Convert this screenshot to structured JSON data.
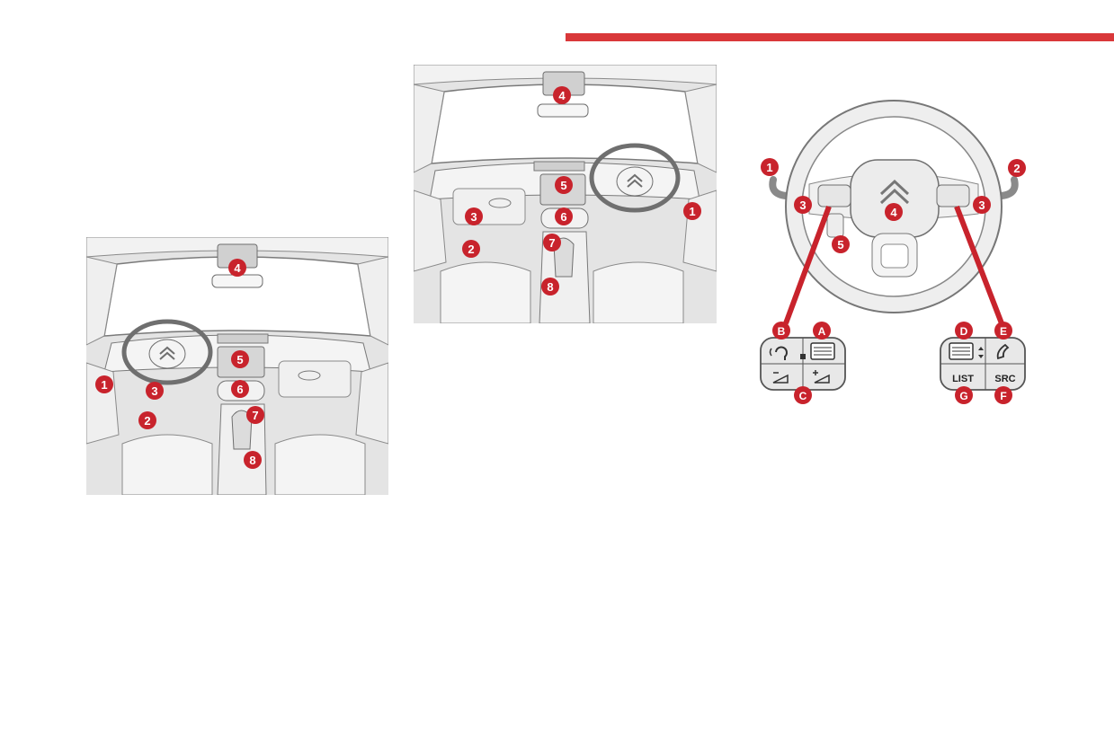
{
  "colors": {
    "accent": "#d9383a",
    "marker_fill": "#c8232c",
    "marker_text": "#ffffff",
    "interior_bg": "#e4e4e4",
    "line_art": "#7a7a7a"
  },
  "lhd_view": {
    "markers": [
      "1",
      "2",
      "3",
      "4",
      "5",
      "6",
      "7",
      "8"
    ]
  },
  "rhd_view": {
    "markers": [
      "1",
      "2",
      "3",
      "4",
      "5",
      "6",
      "7",
      "8"
    ]
  },
  "steering_wheel": {
    "markers": [
      "1",
      "2",
      "3",
      "3",
      "4",
      "5"
    ],
    "left_control": {
      "button_letters": [
        "A",
        "B",
        "C"
      ],
      "icons": [
        "voice-command-icon",
        "scroll-wheel-icon",
        "volume-down-icon",
        "volume-up-icon"
      ]
    },
    "right_control": {
      "button_letters": [
        "D",
        "E",
        "F",
        "G"
      ],
      "icons": [
        "scroll-wheel-icon",
        "phone-icon"
      ],
      "list_label": "LIST",
      "src_label": "SRC"
    }
  }
}
